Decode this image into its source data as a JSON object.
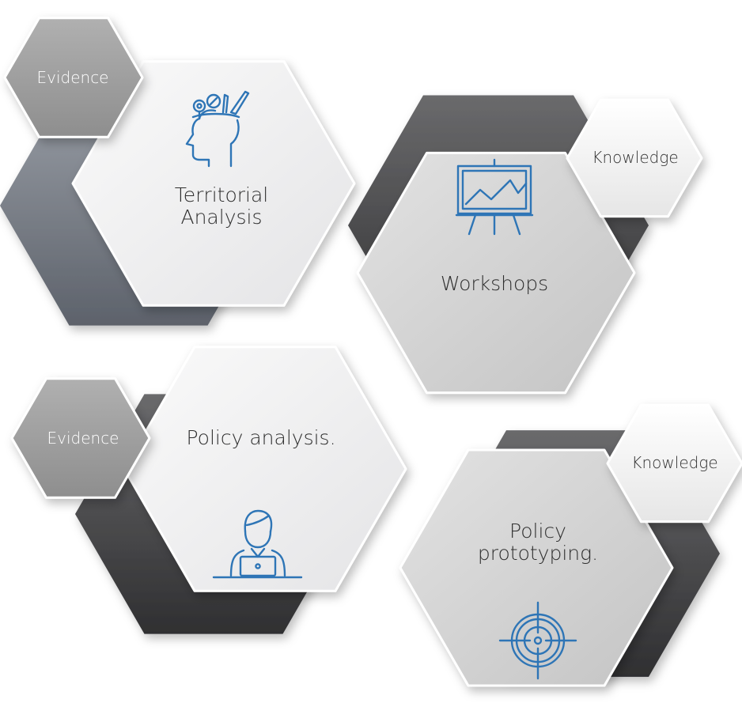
{
  "colors": {
    "icon_blue": "#2e75b6",
    "light_face": "#f2f2f3",
    "mid_face": "#d6d6d6",
    "dark_shadow": "#4b4b4d",
    "slate_shadow": "#7d828b",
    "tag_grey": "#a0a0a0",
    "tag_light": "#f4f4f4"
  },
  "items": [
    {
      "label": "Territorial\nAnalysis",
      "tag": "Evidence",
      "icon": "head-thinking-icon"
    },
    {
      "label": "Workshops",
      "tag": "Knowledge",
      "icon": "presentation-chart-icon"
    },
    {
      "label": "Policy analysis.",
      "tag": "Evidence",
      "icon": "person-laptop-icon"
    },
    {
      "label": "Policy\nprototyping.",
      "tag": "Knowledge",
      "icon": "target-icon"
    }
  ]
}
